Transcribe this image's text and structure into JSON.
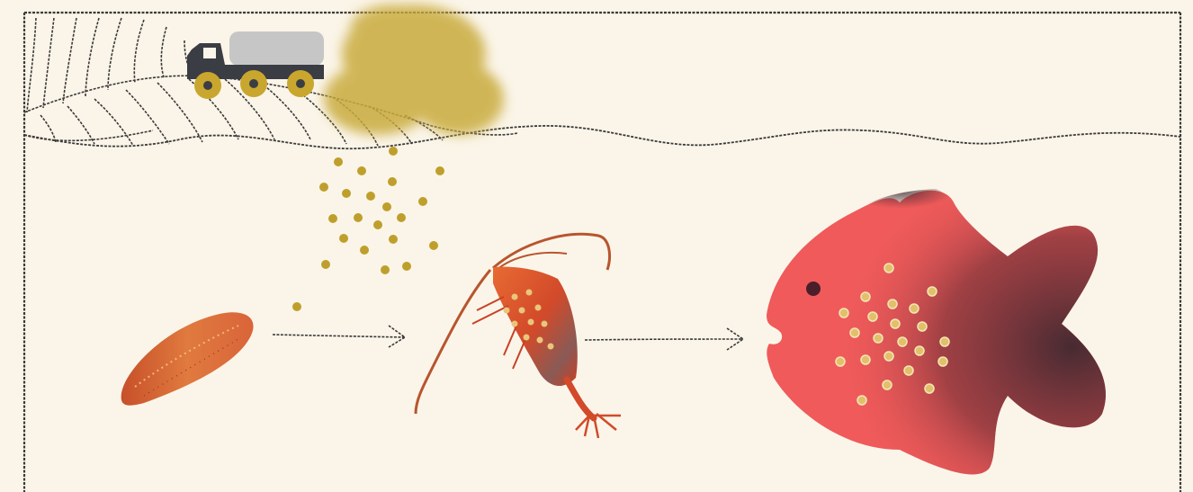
{
  "scene": {
    "stages": [
      "truck",
      "particle-cloud",
      "falling-particles",
      "phytoplankton",
      "krill",
      "fish"
    ],
    "colors": {
      "background": "#fbf5e9",
      "ink": "#3a3a3a",
      "particle": "#bf9f2c",
      "cloud": "#c9ab3e",
      "truck_body": "#3b3d44",
      "truck_tank": "#c6c6c6",
      "wheel": "#c9a62e",
      "fish": "#f05a5a",
      "fish_dark": "#3e2830",
      "krill": "#de5a2e",
      "plankton": "#d9663a"
    }
  }
}
